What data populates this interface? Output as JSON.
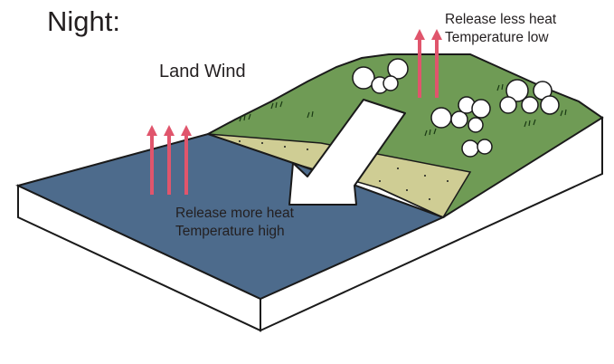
{
  "title": "Night:",
  "wind_label": "Land Wind",
  "land_text": {
    "line1": "Release less heat",
    "line2": "Temperature low"
  },
  "sea_text": {
    "line1": "Release more heat",
    "line2": "Temperature high"
  },
  "colors": {
    "sea": "#4d6b8c",
    "land": "#6f9b55",
    "beach": "#cfcd94",
    "heat_arrow": "#e0556c",
    "wind_arrow": "#ffffff",
    "outline": "#1a1a1a"
  },
  "icons": {
    "heat_arrows_sea": "up-arrow",
    "heat_arrows_land": "up-arrow",
    "wind_arrow": "large-curved-arrow",
    "trees": "round-tree-clusters"
  }
}
